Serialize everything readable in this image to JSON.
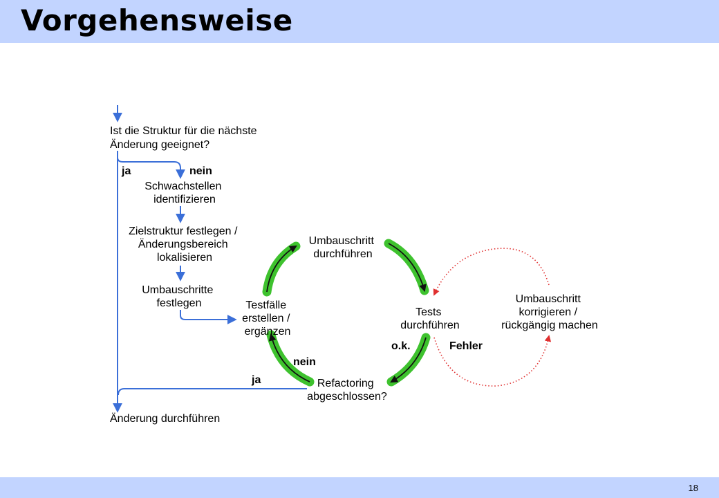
{
  "slide": {
    "title": "Vorgehensweise",
    "page_number": "18"
  },
  "diagram": {
    "nodes": {
      "question_structure": [
        "Ist die Struktur für die nächste",
        "Änderung geeignet?"
      ],
      "identify_weaknesses": [
        "Schwachstellen",
        "identifizieren"
      ],
      "target_structure": [
        "Zielstruktur festlegen /",
        "Änderungsbereich",
        "lokalisieren"
      ],
      "define_steps": [
        "Umbauschritte",
        "festlegen"
      ],
      "test_cases": [
        "Testfälle",
        "erstellen /",
        "ergänzen"
      ],
      "perform_step": [
        "Umbauschritt",
        "durchführen"
      ],
      "run_tests": [
        "Tests",
        "durchführen"
      ],
      "correct_step": [
        "Umbauschritt",
        "korrigieren /",
        "rückgängig machen"
      ],
      "refactoring_done": [
        "Refactoring",
        "abgeschlossen?"
      ],
      "perform_change": [
        "Änderung durchführen"
      ]
    },
    "edge_labels": {
      "ja_top": "ja",
      "nein_top": "nein",
      "ok": "o.k.",
      "fehler": "Fehler",
      "nein_cycle": "nein",
      "ja_bottom": "ja"
    },
    "colors": {
      "flow_arrow": "#3b6fd8",
      "cycle_highlight": "#3ec22e",
      "cycle_arrow": "#111111",
      "error_loop": "#e03030",
      "header_band": "#c2d4ff"
    }
  }
}
